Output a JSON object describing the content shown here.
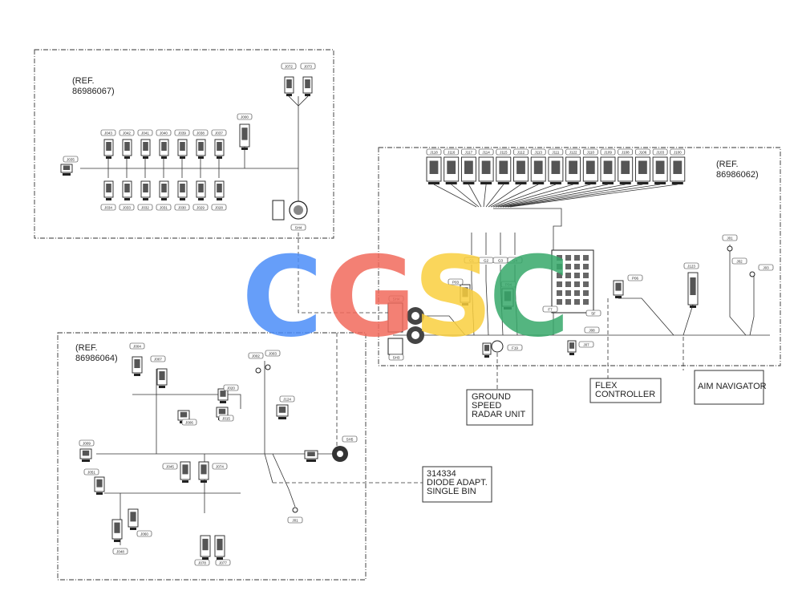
{
  "panels": {
    "top_left_ref": [
      "(REF.",
      "86986067)"
    ],
    "right_ref": [
      "(REF.",
      "86986062)"
    ],
    "bottom_left_ref": [
      "(REF.",
      "86986064)"
    ]
  },
  "callouts": {
    "ground_speed": [
      "GROUND",
      "SPEED",
      "RADAR UNIT"
    ],
    "flex_controller": [
      "FLEX",
      "CONTROLLER"
    ],
    "aim_navigator": [
      "AIM NAVIGATOR"
    ],
    "diode": [
      "314334",
      "DIODE ADAPT.",
      "SINGLE BIN"
    ]
  },
  "connectors": {
    "tl_top": [
      "J072",
      "J073",
      "J000"
    ],
    "tl_row_top": [
      "J043",
      "J042",
      "J041",
      "J040",
      "J039",
      "J038",
      "J037"
    ],
    "tl_row_bottom": [
      "J034",
      "J033",
      "J032",
      "J031",
      "J030",
      "J029",
      "J028"
    ],
    "tl_misc": [
      "J035",
      "SH4"
    ],
    "right_top_row": [
      "J118",
      "J116",
      "J117",
      "J114",
      "J115",
      "J112",
      "J113",
      "J111",
      "J122",
      "J110",
      "J109",
      "J108",
      "J106",
      "J103",
      "J100"
    ],
    "right_fuses": [
      "G1",
      "G2",
      "G3",
      "G4"
    ],
    "right_misc": [
      "P03",
      "P04",
      "P06",
      "F7",
      "F19",
      "J07",
      "J08",
      "J123",
      "J01",
      "J02",
      "J03",
      "SH4",
      "SH3",
      "5F"
    ],
    "bl": [
      "J004",
      "J007",
      "J002",
      "J003",
      "J020",
      "J015",
      "J006",
      "J124",
      "J009",
      "J051",
      "J045",
      "J074",
      "J060",
      "J048",
      "J078",
      "J077",
      "J01",
      "SH5"
    ]
  },
  "watermark": {
    "text": "CGSC",
    "colors": [
      "#4b8df8",
      "#f16a5c",
      "#f9cf3e",
      "#36a86a"
    ]
  }
}
